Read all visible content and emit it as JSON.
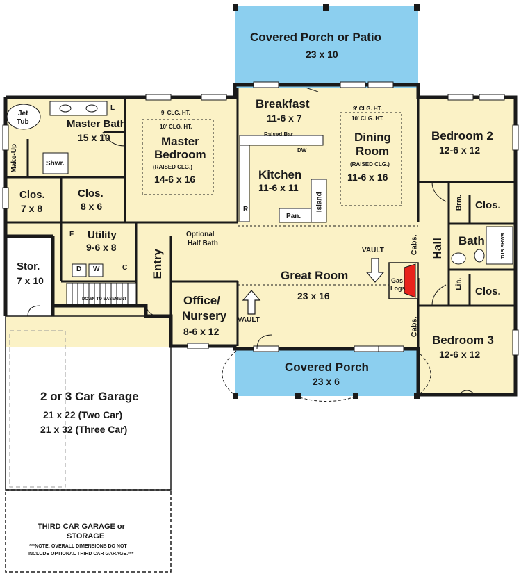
{
  "colors": {
    "floor": "#fbf2c6",
    "porch": "#8ccfef",
    "wall": "#1a1a1a",
    "fixture": "#ffffff",
    "fire": "#e8231c"
  },
  "rooms": {
    "covered_porch_patio": {
      "name": "Covered Porch or Patio",
      "dim": "23 x 10"
    },
    "breakfast": {
      "name": "Breakfast",
      "dim": "11-6 x 7"
    },
    "raised_bar": "Raised Bar",
    "dw": "DW",
    "kitchen": {
      "name": "Kitchen",
      "dim": "11-6 x 11"
    },
    "island": "Island",
    "pan": "Pan.",
    "r": "R",
    "dining": {
      "ceiling1": "9' CLG. HT.",
      "ceiling2": "10' CLG. HT.",
      "name1": "Dining",
      "name2": "Room",
      "note": "(RAISED CLG.)",
      "dim": "11-6 x 16"
    },
    "master_bedroom": {
      "ceiling1": "9' CLG. HT.",
      "ceiling2": "10' CLG. HT.",
      "name1": "Master",
      "name2": "Bedroom",
      "note": "(RAISED CLG.)",
      "dim": "14-6 x 16"
    },
    "master_bath": {
      "name": "Master Bath",
      "dim": "15 x 10"
    },
    "jet_tub": {
      "line1": "Jet",
      "line2": "Tub"
    },
    "shower": "Shwr.",
    "linen_l": "L",
    "makeup": "Make-Up",
    "clos_left": {
      "name": "Clos.",
      "dim": "7 x 8"
    },
    "clos_mid": {
      "name": "Clos.",
      "dim": "8 x 6"
    },
    "utility": {
      "name": "Utility",
      "dim": "9-6 x 8"
    },
    "util_f": "F",
    "util_d": "D",
    "util_w": "W",
    "util_c": "C",
    "down_basement": "DOWN TO BASEMENT",
    "storage": {
      "name": "Stor.",
      "dim": "7 x 10"
    },
    "entry": "Entry",
    "half_bath": {
      "line1": "Optional",
      "line2": "Half Bath"
    },
    "office": {
      "name1": "Office/",
      "name2": "Nursery",
      "dim": "8-6 x 12"
    },
    "great_room": {
      "name": "Great Room",
      "dim": "23 x 16",
      "vault_left": "VAULT",
      "vault_right": "VAULT"
    },
    "gas_logs": {
      "line1": "Gas",
      "line2": "Logs"
    },
    "cabs_top": "Cabs.",
    "cabs_bottom": "Cabs.",
    "hall": "Hall",
    "bedroom2": {
      "name": "Bedroom 2",
      "dim": "12-6 x 12"
    },
    "brm": "Brm.",
    "clos_b2": "Clos.",
    "bath": "Bath",
    "tub_shwr": "TUB SHWR",
    "lin": "Lin.",
    "clos_b3": "Clos.",
    "bedroom3": {
      "name": "Bedroom 3",
      "dim": "12-6  x 12"
    },
    "covered_porch": {
      "name": "Covered Porch",
      "dim": "23 x 6"
    },
    "garage": {
      "name": "2 or 3 Car Garage",
      "dim1": "21 x 22 (Two Car)",
      "dim2": "21 x 32 (Three Car)"
    },
    "third_garage": {
      "line1": "THIRD CAR GARAGE or",
      "line2": "STORAGE",
      "note1": "***NOTE: OVERALL DIMENSIONS DO NOT",
      "note2": "INCLUDE OPTIONAL THIRD CAR GARAGE.***"
    }
  }
}
